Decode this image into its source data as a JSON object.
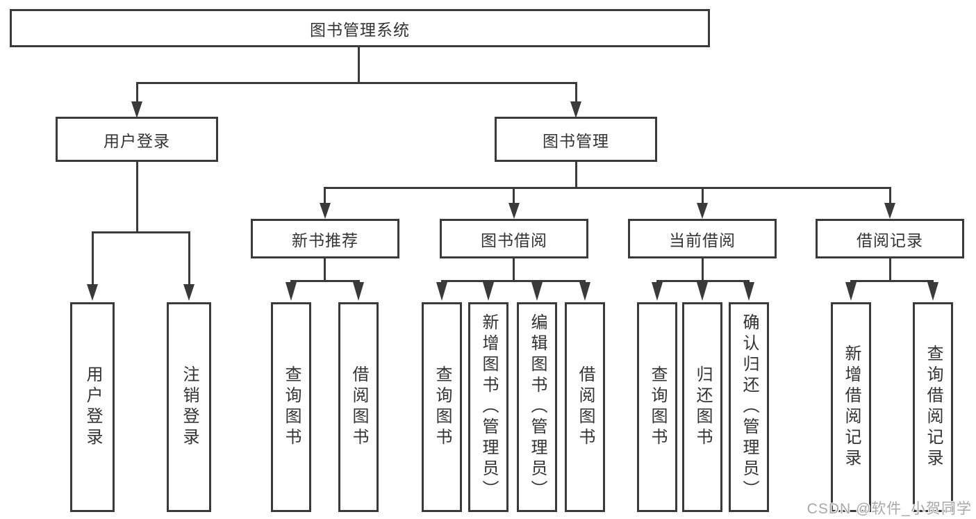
{
  "diagram": {
    "colors": {
      "line": "#3a3a3a",
      "text": "#333333",
      "background": "#ffffff",
      "watermark": "#a8a8a8"
    },
    "watermark": "CSDN @软件_小贺同学",
    "tree": {
      "label": "图书管理系统",
      "children": [
        {
          "label": "用户登录",
          "children": [
            {
              "label": "用户登录"
            },
            {
              "label": "注销登录"
            }
          ]
        },
        {
          "label": "图书管理",
          "children": [
            {
              "label": "新书推荐",
              "children": [
                {
                  "label": "查询图书"
                },
                {
                  "label": "借阅图书"
                }
              ]
            },
            {
              "label": "图书借阅",
              "children": [
                {
                  "label": "查询图书"
                },
                {
                  "label": "新增图书（管理员）"
                },
                {
                  "label": "编辑图书（管理员）"
                },
                {
                  "label": "借阅图书"
                }
              ]
            },
            {
              "label": "当前借阅",
              "children": [
                {
                  "label": "查询图书"
                },
                {
                  "label": "归还图书"
                },
                {
                  "label": "确认归还（管理员）"
                }
              ]
            },
            {
              "label": "借阅记录",
              "children": [
                {
                  "label": "新增借阅记录"
                },
                {
                  "label": "查询借阅记录"
                }
              ]
            }
          ]
        }
      ]
    }
  }
}
